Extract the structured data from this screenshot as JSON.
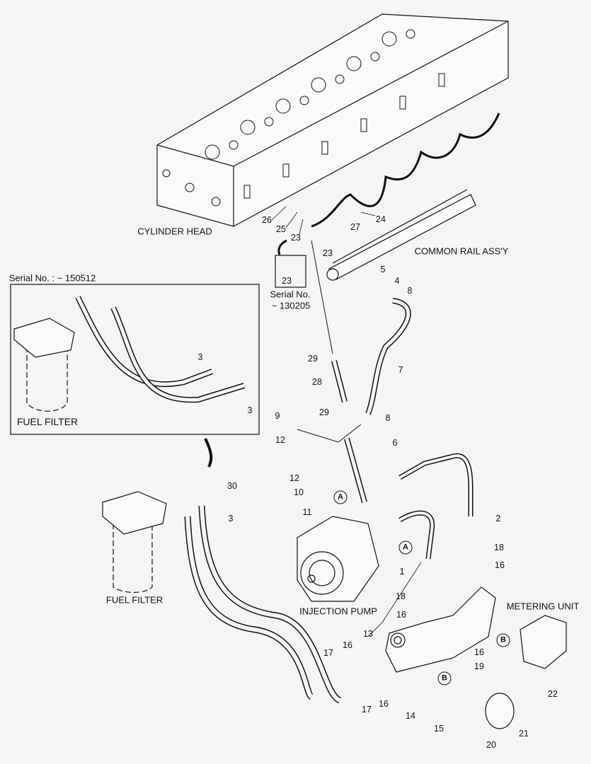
{
  "titles": {
    "cylinder_head": "CYLINDER HEAD",
    "common_rail": "COMMON RAIL ASS'Y",
    "serial_inset": "Serial No. : ~ 150512",
    "serial_23_line1": "Serial No.",
    "serial_23_line2": "~ 130205",
    "fuel_filter_inset": "FUEL FILTER",
    "fuel_filter": "FUEL FILTER",
    "injection_pump": "INJECTION PUMP",
    "metering_unit": "METERING UNIT"
  },
  "callouts": [
    "26",
    "25",
    "23",
    "24",
    "27",
    "23",
    "5",
    "4",
    "8",
    "23",
    "29",
    "28",
    "7",
    "29",
    "8",
    "9",
    "12",
    "6",
    "12",
    "10",
    "11",
    "30",
    "3",
    "2",
    "18",
    "16",
    "1",
    "18",
    "16",
    "13",
    "16",
    "17",
    "17",
    "16",
    "14",
    "15",
    "16",
    "19",
    "22",
    "21",
    "20",
    "3",
    "3"
  ],
  "refs": [
    "A",
    "A",
    "B",
    "B"
  ]
}
